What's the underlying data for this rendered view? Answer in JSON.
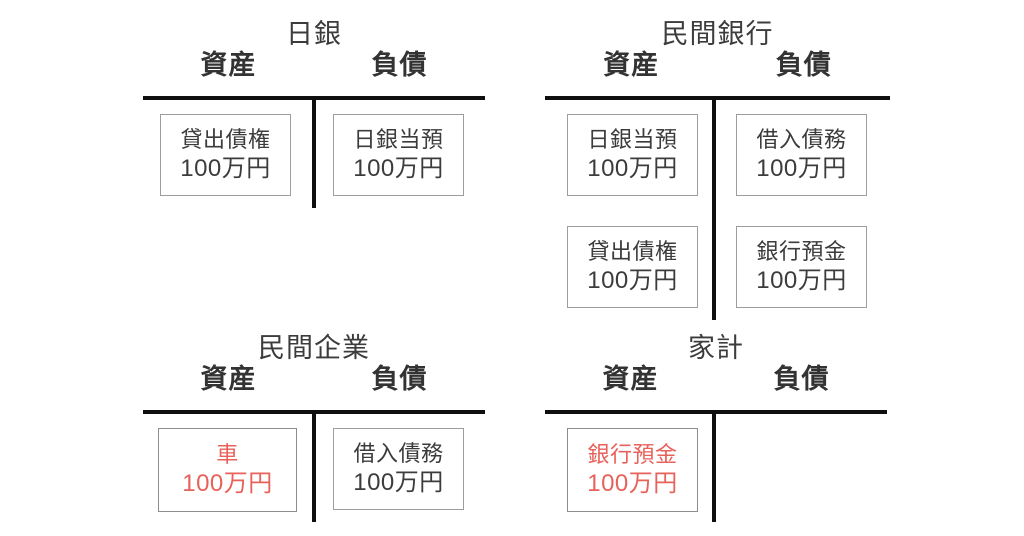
{
  "colors": {
    "background": "#ffffff",
    "rule": "#0f0f0f",
    "box_border": "#9d9d9d",
    "text": "#3c3c3c",
    "highlight_text": "#e8625c"
  },
  "labels": {
    "assets": "資産",
    "liabilities": "負債"
  },
  "panels": [
    {
      "id": "boj",
      "title": "日銀",
      "assets": [
        {
          "name": "貸出債権",
          "amount": "100万円",
          "highlight": false
        }
      ],
      "liabilities": [
        {
          "name": "日銀当預",
          "amount": "100万円",
          "highlight": false
        }
      ]
    },
    {
      "id": "bank",
      "title": "民間銀行",
      "assets": [
        {
          "name": "日銀当預",
          "amount": "100万円",
          "highlight": false
        },
        {
          "name": "貸出債権",
          "amount": "100万円",
          "highlight": false
        }
      ],
      "liabilities": [
        {
          "name": "借入債務",
          "amount": "100万円",
          "highlight": false
        },
        {
          "name": "銀行預金",
          "amount": "100万円",
          "highlight": false
        }
      ]
    },
    {
      "id": "firm",
      "title": "民間企業",
      "assets": [
        {
          "name": "車",
          "amount": "100万円",
          "highlight": true
        }
      ],
      "liabilities": [
        {
          "name": "借入債務",
          "amount": "100万円",
          "highlight": false
        }
      ]
    },
    {
      "id": "house",
      "title": "家計",
      "assets": [
        {
          "name": "銀行預金",
          "amount": "100万円",
          "highlight": true
        }
      ],
      "liabilities": []
    }
  ]
}
